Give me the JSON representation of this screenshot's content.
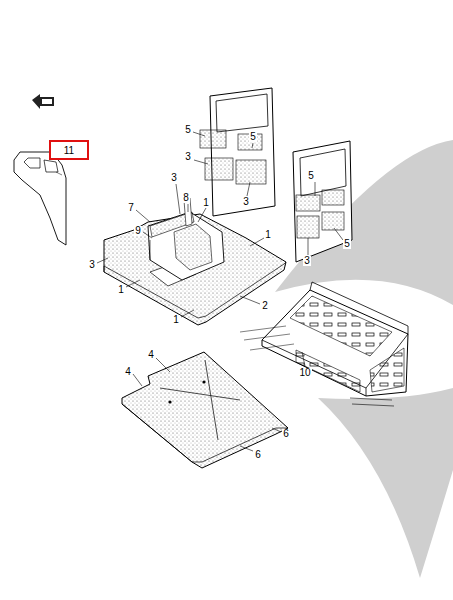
{
  "diagram": {
    "nodes": [
      {
        "text": [
          "11"
        ]
      }
    ],
    "labels": [
      "5",
      "5",
      "3",
      "3",
      "5",
      "5",
      "3",
      "3",
      "7",
      "8",
      "1",
      "1",
      "9",
      "3",
      "1",
      "2",
      "1",
      "10",
      "4",
      "4",
      "6",
      "6"
    ]
  }
}
